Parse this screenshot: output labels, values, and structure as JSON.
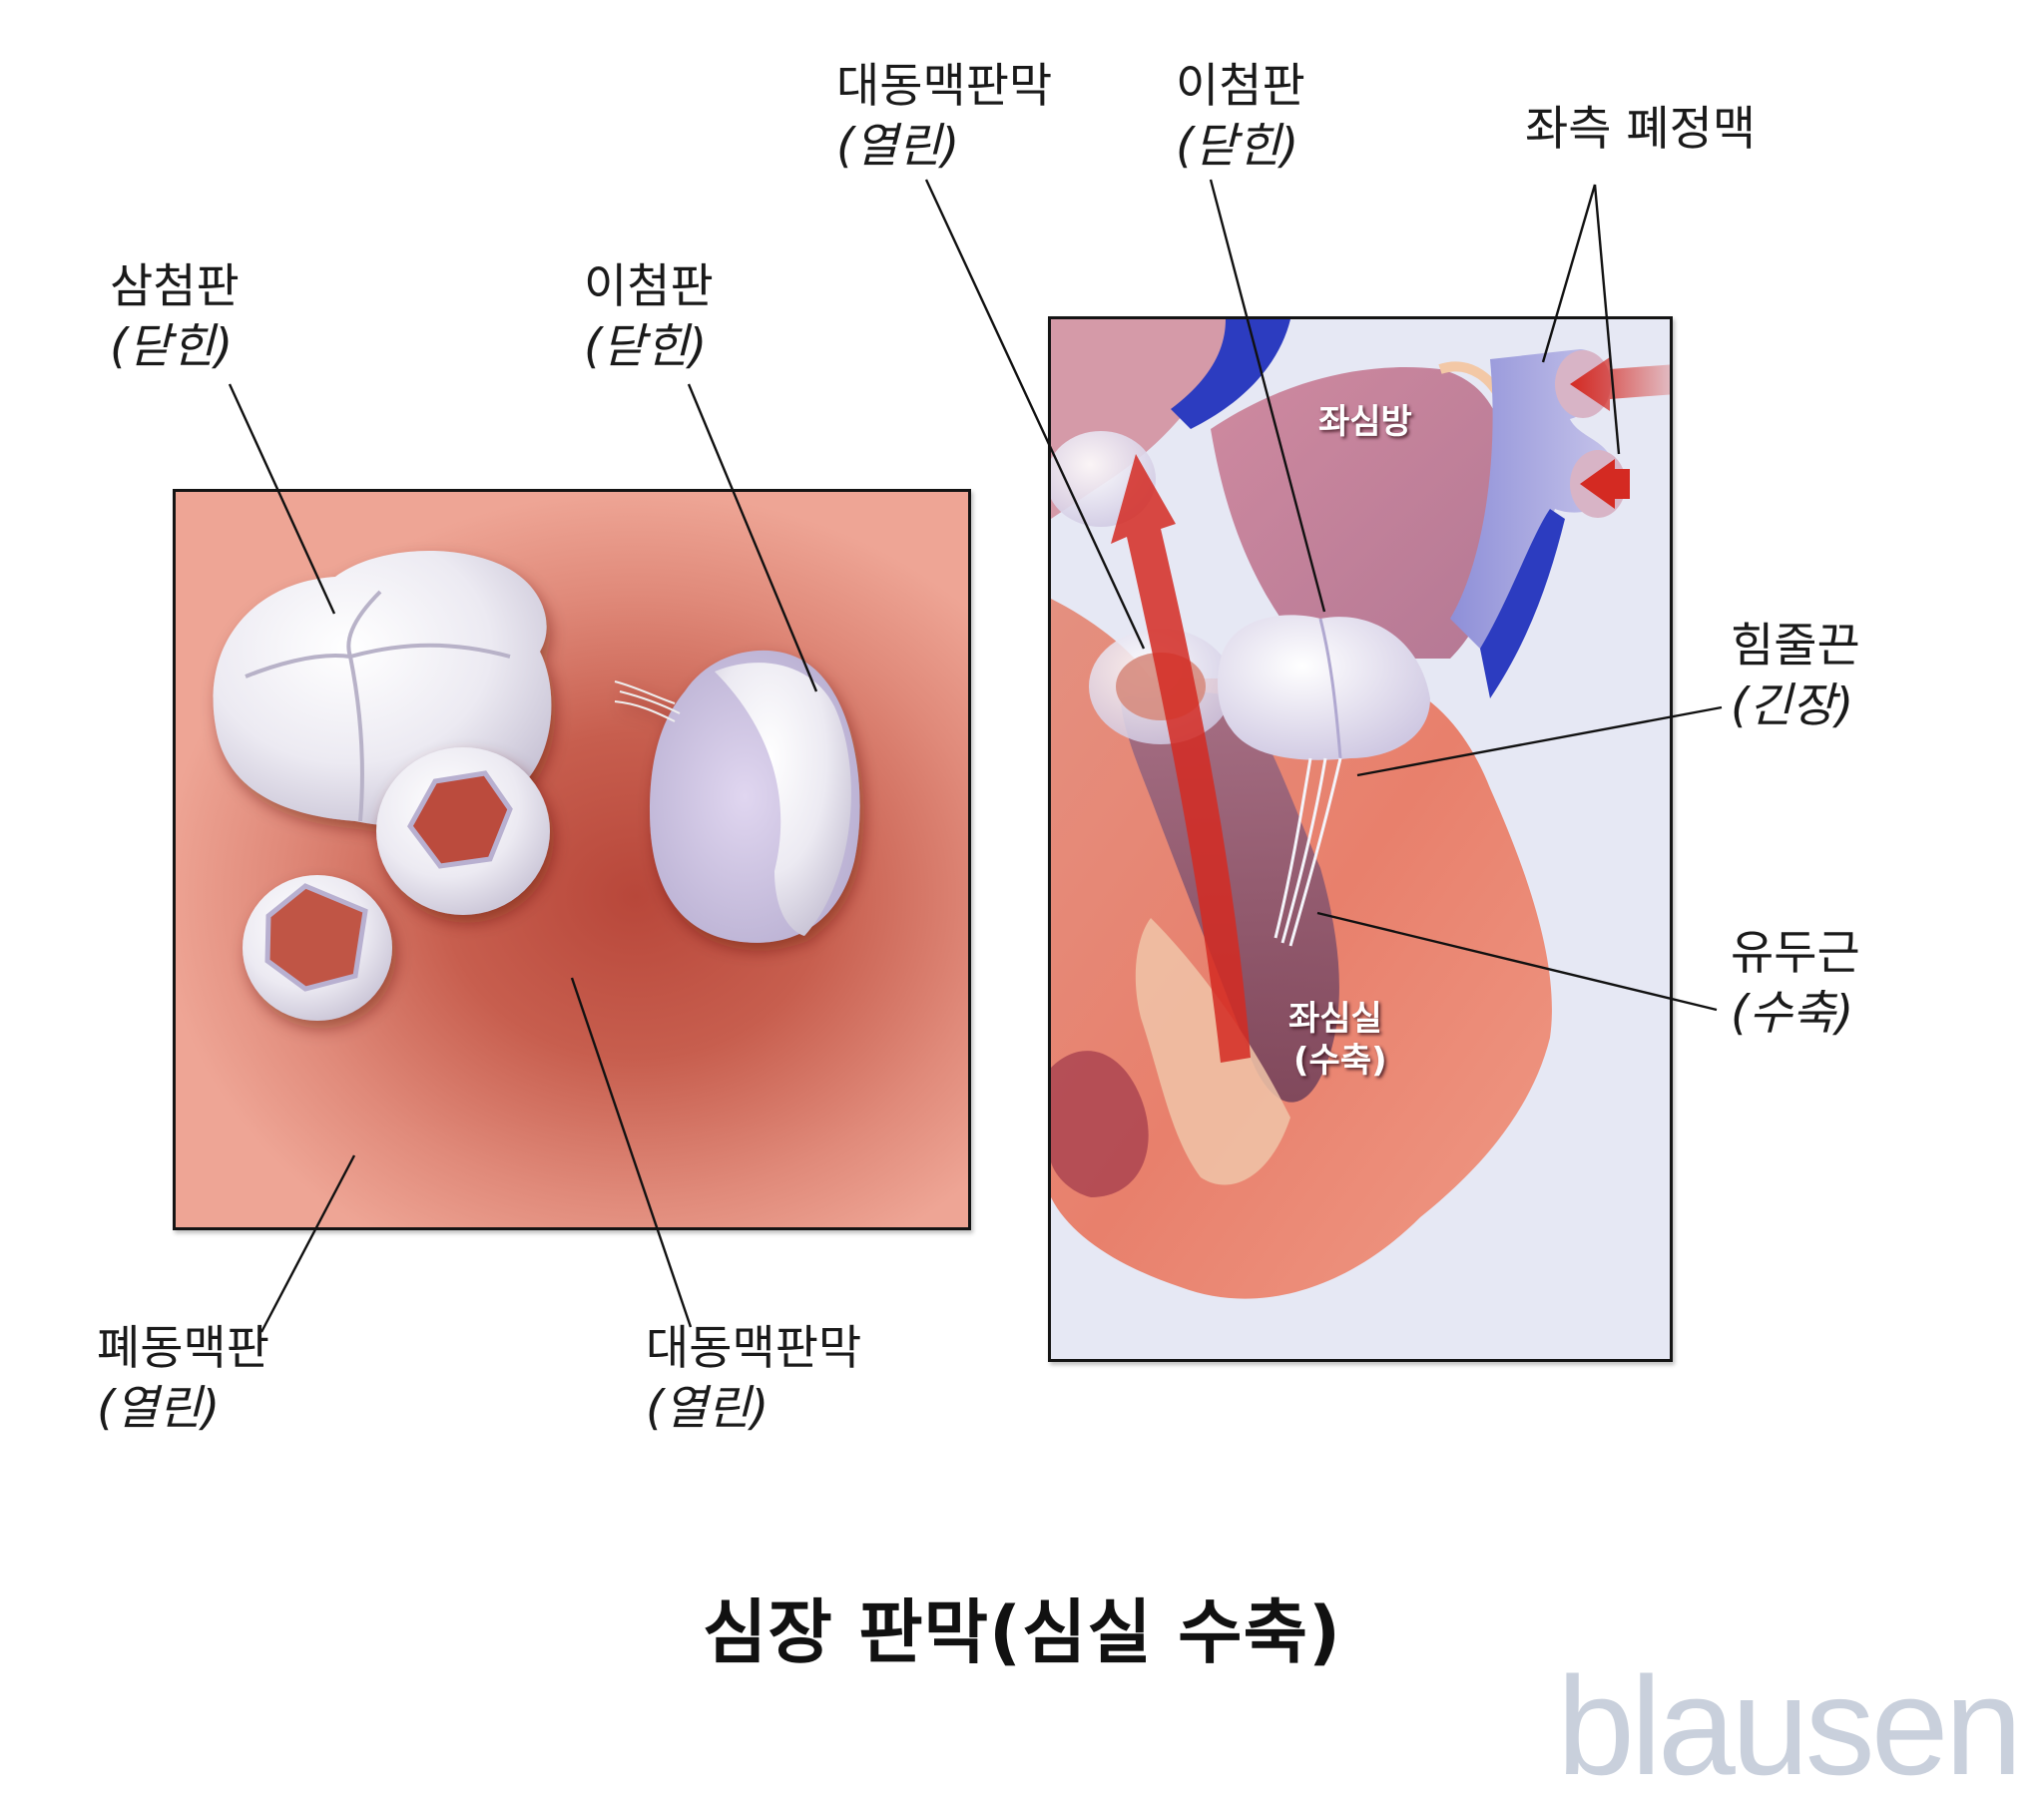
{
  "title": "심장 판막(심실 수축)",
  "logo": "blausen",
  "colors": {
    "left_panel_center": "#b8473a",
    "left_panel_edge": "#eea595",
    "right_panel_bg": "#e6e8f4",
    "valve_white": "#efeef4",
    "blood_arrow_red": "#d42a22",
    "vein_blue": "#2c3cc0",
    "logo_gray": "#c9d0dc"
  },
  "left_panel": {
    "labels": [
      {
        "id": "tricuspid",
        "name": "삼첨판",
        "state": "(닫힌)"
      },
      {
        "id": "mitral",
        "name": "이첨판",
        "state": "(닫힌)"
      },
      {
        "id": "pulmonary",
        "name": "폐동맥판",
        "state": "(열린)"
      },
      {
        "id": "aortic",
        "name": "대동맥판막",
        "state": "(열린)"
      }
    ]
  },
  "right_panel": {
    "outer_labels": [
      {
        "id": "aortic",
        "name": "대동맥판막",
        "state": "(열린)"
      },
      {
        "id": "mitral",
        "name": "이첨판",
        "state": "(닫힌)"
      },
      {
        "id": "pulmonary_veins",
        "name": "좌측 폐정맥",
        "state": ""
      },
      {
        "id": "chordae",
        "name": "힘줄끈",
        "state": "(긴장)"
      },
      {
        "id": "papillary",
        "name": "유두근",
        "state": "(수축)"
      }
    ],
    "inset_labels": [
      {
        "id": "left_atrium",
        "text": "좌심방"
      },
      {
        "id": "left_ventricle",
        "text": "좌심실"
      },
      {
        "id": "left_ventricle_state",
        "text": "(수축)"
      }
    ]
  }
}
